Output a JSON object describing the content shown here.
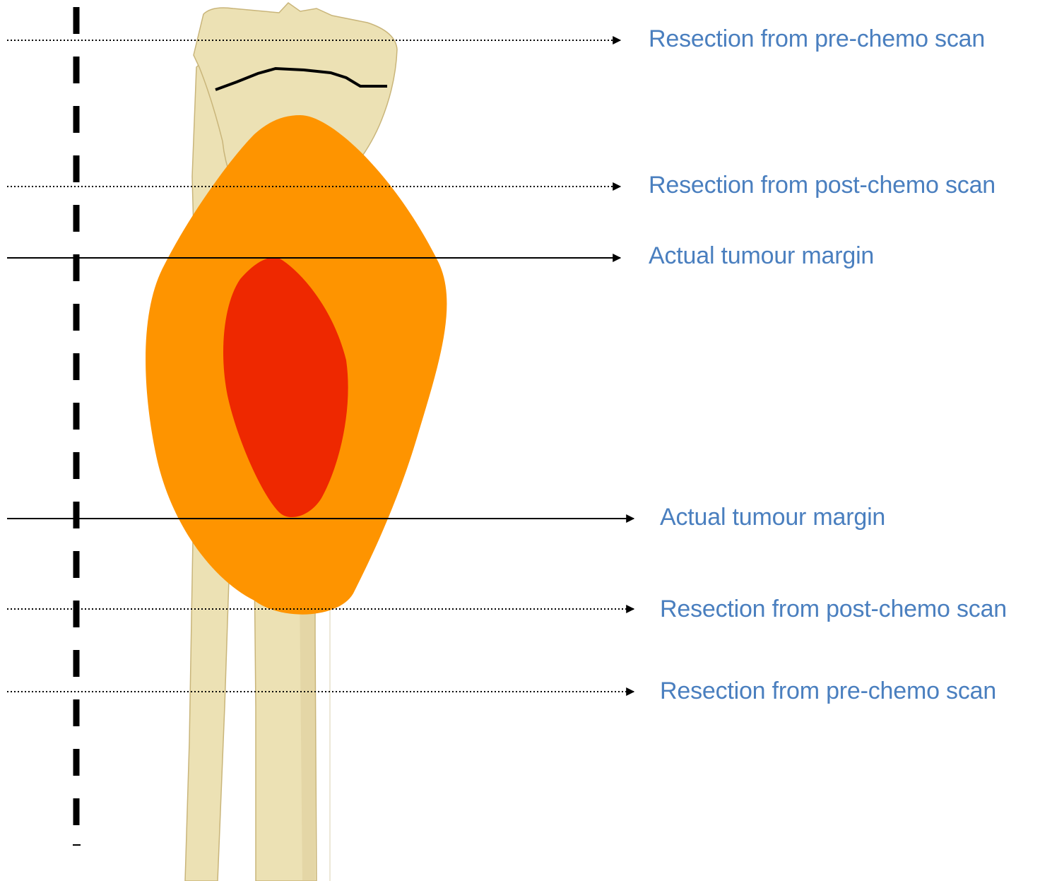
{
  "colors": {
    "bone": "#ece1b4",
    "bone_shadow": "#d7c48c",
    "bone_outline": "#c9b57a",
    "outer_tumour": "#fe9400",
    "inner_tumour": "#ee2800",
    "label_text": "#4a7fbf",
    "line": "#000000"
  },
  "labels": {
    "top_pre_chemo": "Resection from pre-chemo scan",
    "top_post_chemo": "Resection from post-chemo scan",
    "top_actual_margin": "Actual tumour margin",
    "bottom_actual_margin": "Actual tumour margin",
    "bottom_post_chemo": "Resection from post-chemo scan",
    "bottom_pre_chemo": "Resection from pre-chemo scan"
  },
  "line_styles": {
    "pre_chemo": "dotted",
    "post_chemo": "dotted",
    "actual_margin": "solid",
    "vertical_reference": "dashed"
  },
  "icons": {
    "bone": "tibia-fibula-bone",
    "outer_tumour": "tumour-extent-pre-chemo",
    "inner_tumour": "tumour-extent-post-chemo"
  }
}
